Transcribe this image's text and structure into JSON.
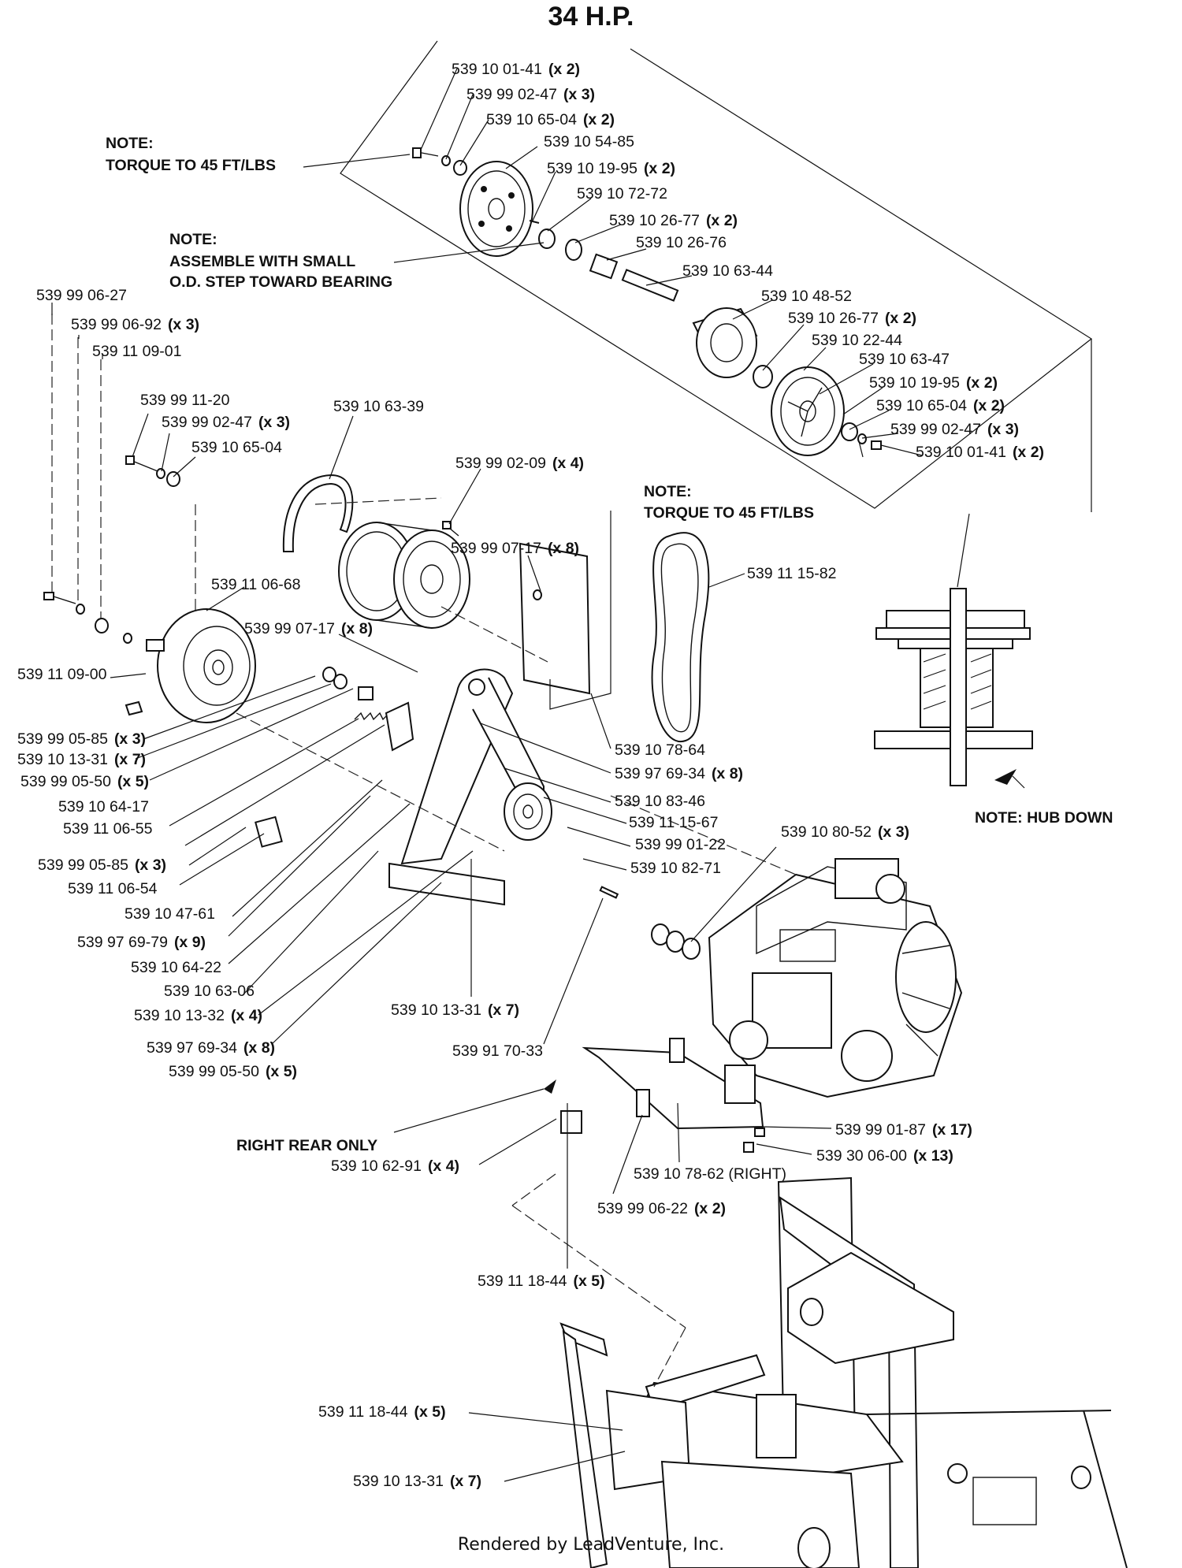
{
  "title": "34 H.P.",
  "footer": "Rendered by LeadVenture, Inc.",
  "notes": {
    "torque_top": [
      "NOTE:",
      "TORQUE TO 45 FT/LBS"
    ],
    "assemble": [
      "NOTE:",
      "ASSEMBLE WITH SMALL",
      "O.D. STEP TOWARD BEARING"
    ],
    "torque_belt": [
      "NOTE:",
      "TORQUE TO 45 FT/LBS"
    ],
    "hub_down": "NOTE: HUB DOWN",
    "right_rear": "RIGHT REAR ONLY"
  },
  "callouts": [
    {
      "part": "539 10 01-41",
      "qty": "(x 2)"
    },
    {
      "part": "539 99 02-47",
      "qty": "(x 3)"
    },
    {
      "part": "539 10 65-04",
      "qty": "(x 2)"
    },
    {
      "part": "539 10 54-85",
      "qty": ""
    },
    {
      "part": "539 10 19-95",
      "qty": "(x 2)"
    },
    {
      "part": "539 10 72-72",
      "qty": ""
    },
    {
      "part": "539 10 26-77",
      "qty": "(x 2)"
    },
    {
      "part": "539 10 26-76",
      "qty": ""
    },
    {
      "part": "539 10 63-44",
      "qty": ""
    },
    {
      "part": "539 10 48-52",
      "qty": ""
    },
    {
      "part": "539 10 26-77",
      "qty": "(x 2)"
    },
    {
      "part": "539 10 22-44",
      "qty": ""
    },
    {
      "part": "539 10 63-47",
      "qty": ""
    },
    {
      "part": "539 10 19-95",
      "qty": "(x 2)"
    },
    {
      "part": "539 10 65-04",
      "qty": "(x 2)"
    },
    {
      "part": "539 99 02-47",
      "qty": "(x 3)"
    },
    {
      "part": "539 10 01-41",
      "qty": "(x 2)"
    },
    {
      "part": "539 99 06-27",
      "qty": ""
    },
    {
      "part": "539 99 06-92",
      "qty": "(x 3)"
    },
    {
      "part": "539 11 09-01",
      "qty": ""
    },
    {
      "part": "539 99 11-20",
      "qty": ""
    },
    {
      "part": "539 99 02-47",
      "qty": "(x 3)"
    },
    {
      "part": "539 10 65-04",
      "qty": ""
    },
    {
      "part": "539 10 63-39",
      "qty": ""
    },
    {
      "part": "539 99 02-09",
      "qty": "(x 4)"
    },
    {
      "part": "539 99 07-17",
      "qty": "(x 8)"
    },
    {
      "part": "539 11 15-82",
      "qty": ""
    },
    {
      "part": "539 11 06-68",
      "qty": ""
    },
    {
      "part": "539 99 07-17",
      "qty": "(x 8)"
    },
    {
      "part": "539 11 09-00",
      "qty": ""
    },
    {
      "part": "539 99 05-85",
      "qty": "(x 3)"
    },
    {
      "part": "539 10 13-31",
      "qty": "(x 7)"
    },
    {
      "part": "539 99 05-50",
      "qty": "(x 5)"
    },
    {
      "part": "539 10 78-64",
      "qty": ""
    },
    {
      "part": "539 97 69-34",
      "qty": "(x 8)"
    },
    {
      "part": "539 10 64-17",
      "qty": ""
    },
    {
      "part": "539 10 83-46",
      "qty": ""
    },
    {
      "part": "539 11 06-55",
      "qty": ""
    },
    {
      "part": "539 11 15-67",
      "qty": ""
    },
    {
      "part": "539 99 01-22",
      "qty": ""
    },
    {
      "part": "539 10 80-52",
      "qty": "(x 3)"
    },
    {
      "part": "539 99 05-85",
      "qty": "(x 3)"
    },
    {
      "part": "539 10 82-71",
      "qty": ""
    },
    {
      "part": "539 11 06-54",
      "qty": ""
    },
    {
      "part": "539 10 47-61",
      "qty": ""
    },
    {
      "part": "539 97 69-79",
      "qty": "(x 9)"
    },
    {
      "part": "539 10 64-22",
      "qty": ""
    },
    {
      "part": "539 10 63-06",
      "qty": ""
    },
    {
      "part": "539 10 13-32",
      "qty": "(x 4)"
    },
    {
      "part": "539 10 13-31",
      "qty": "(x 7)"
    },
    {
      "part": "539 97 69-34",
      "qty": "(x 8)"
    },
    {
      "part": "539 91 70-33",
      "qty": ""
    },
    {
      "part": "539 99 05-50",
      "qty": "(x 5)"
    },
    {
      "part": "539 99 01-87",
      "qty": "(x 17)"
    },
    {
      "part": "539 30 06-00",
      "qty": "(x 13)"
    },
    {
      "part": "539 10 62-91",
      "qty": "(x 4)"
    },
    {
      "part": "539 10 78-62 (RIGHT)",
      "qty": ""
    },
    {
      "part": "539 99 06-22",
      "qty": "(x 2)"
    },
    {
      "part": "539 11 18-44",
      "qty": "(x 5)"
    },
    {
      "part": "539 11 18-44",
      "qty": "(x 5)"
    },
    {
      "part": "539 10 13-31",
      "qty": "(x 7)"
    }
  ]
}
